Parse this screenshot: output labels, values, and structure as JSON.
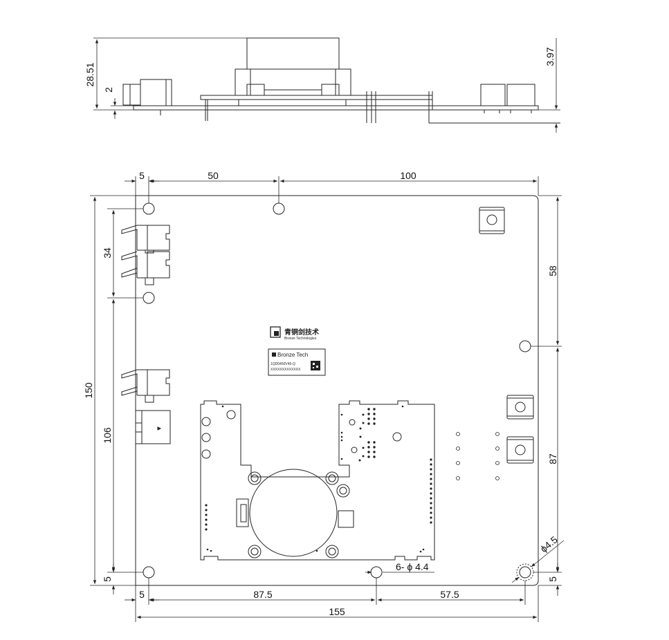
{
  "side_view": {
    "dims": {
      "height_total": "28.51",
      "board_offset": "2",
      "right_height": "3.97"
    }
  },
  "top_view": {
    "dims": {
      "top_left_5": "5",
      "top_50": "50",
      "top_100": "100",
      "right_58": "58",
      "right_87": "87",
      "right_5": "5",
      "left_150": "150",
      "left_34": "34",
      "left_106": "106",
      "left_5": "5",
      "bottom_5": "5",
      "bottom_87_5": "87.5",
      "bottom_57_5": "57.5",
      "bottom_155": "155",
      "hole_callout": "6- ϕ 4.4",
      "diameter_callout": "ϕ4.5"
    },
    "logo": {
      "text": "青铜剑技术",
      "subtext": "Bronze Technologies"
    },
    "label": {
      "brand": "Bronze Tech",
      "model": "1QD0450V45-Q",
      "serial": "XXXXXXXXXXXXX"
    }
  },
  "colors": {
    "line": "#222222",
    "background": "#ffffff"
  }
}
